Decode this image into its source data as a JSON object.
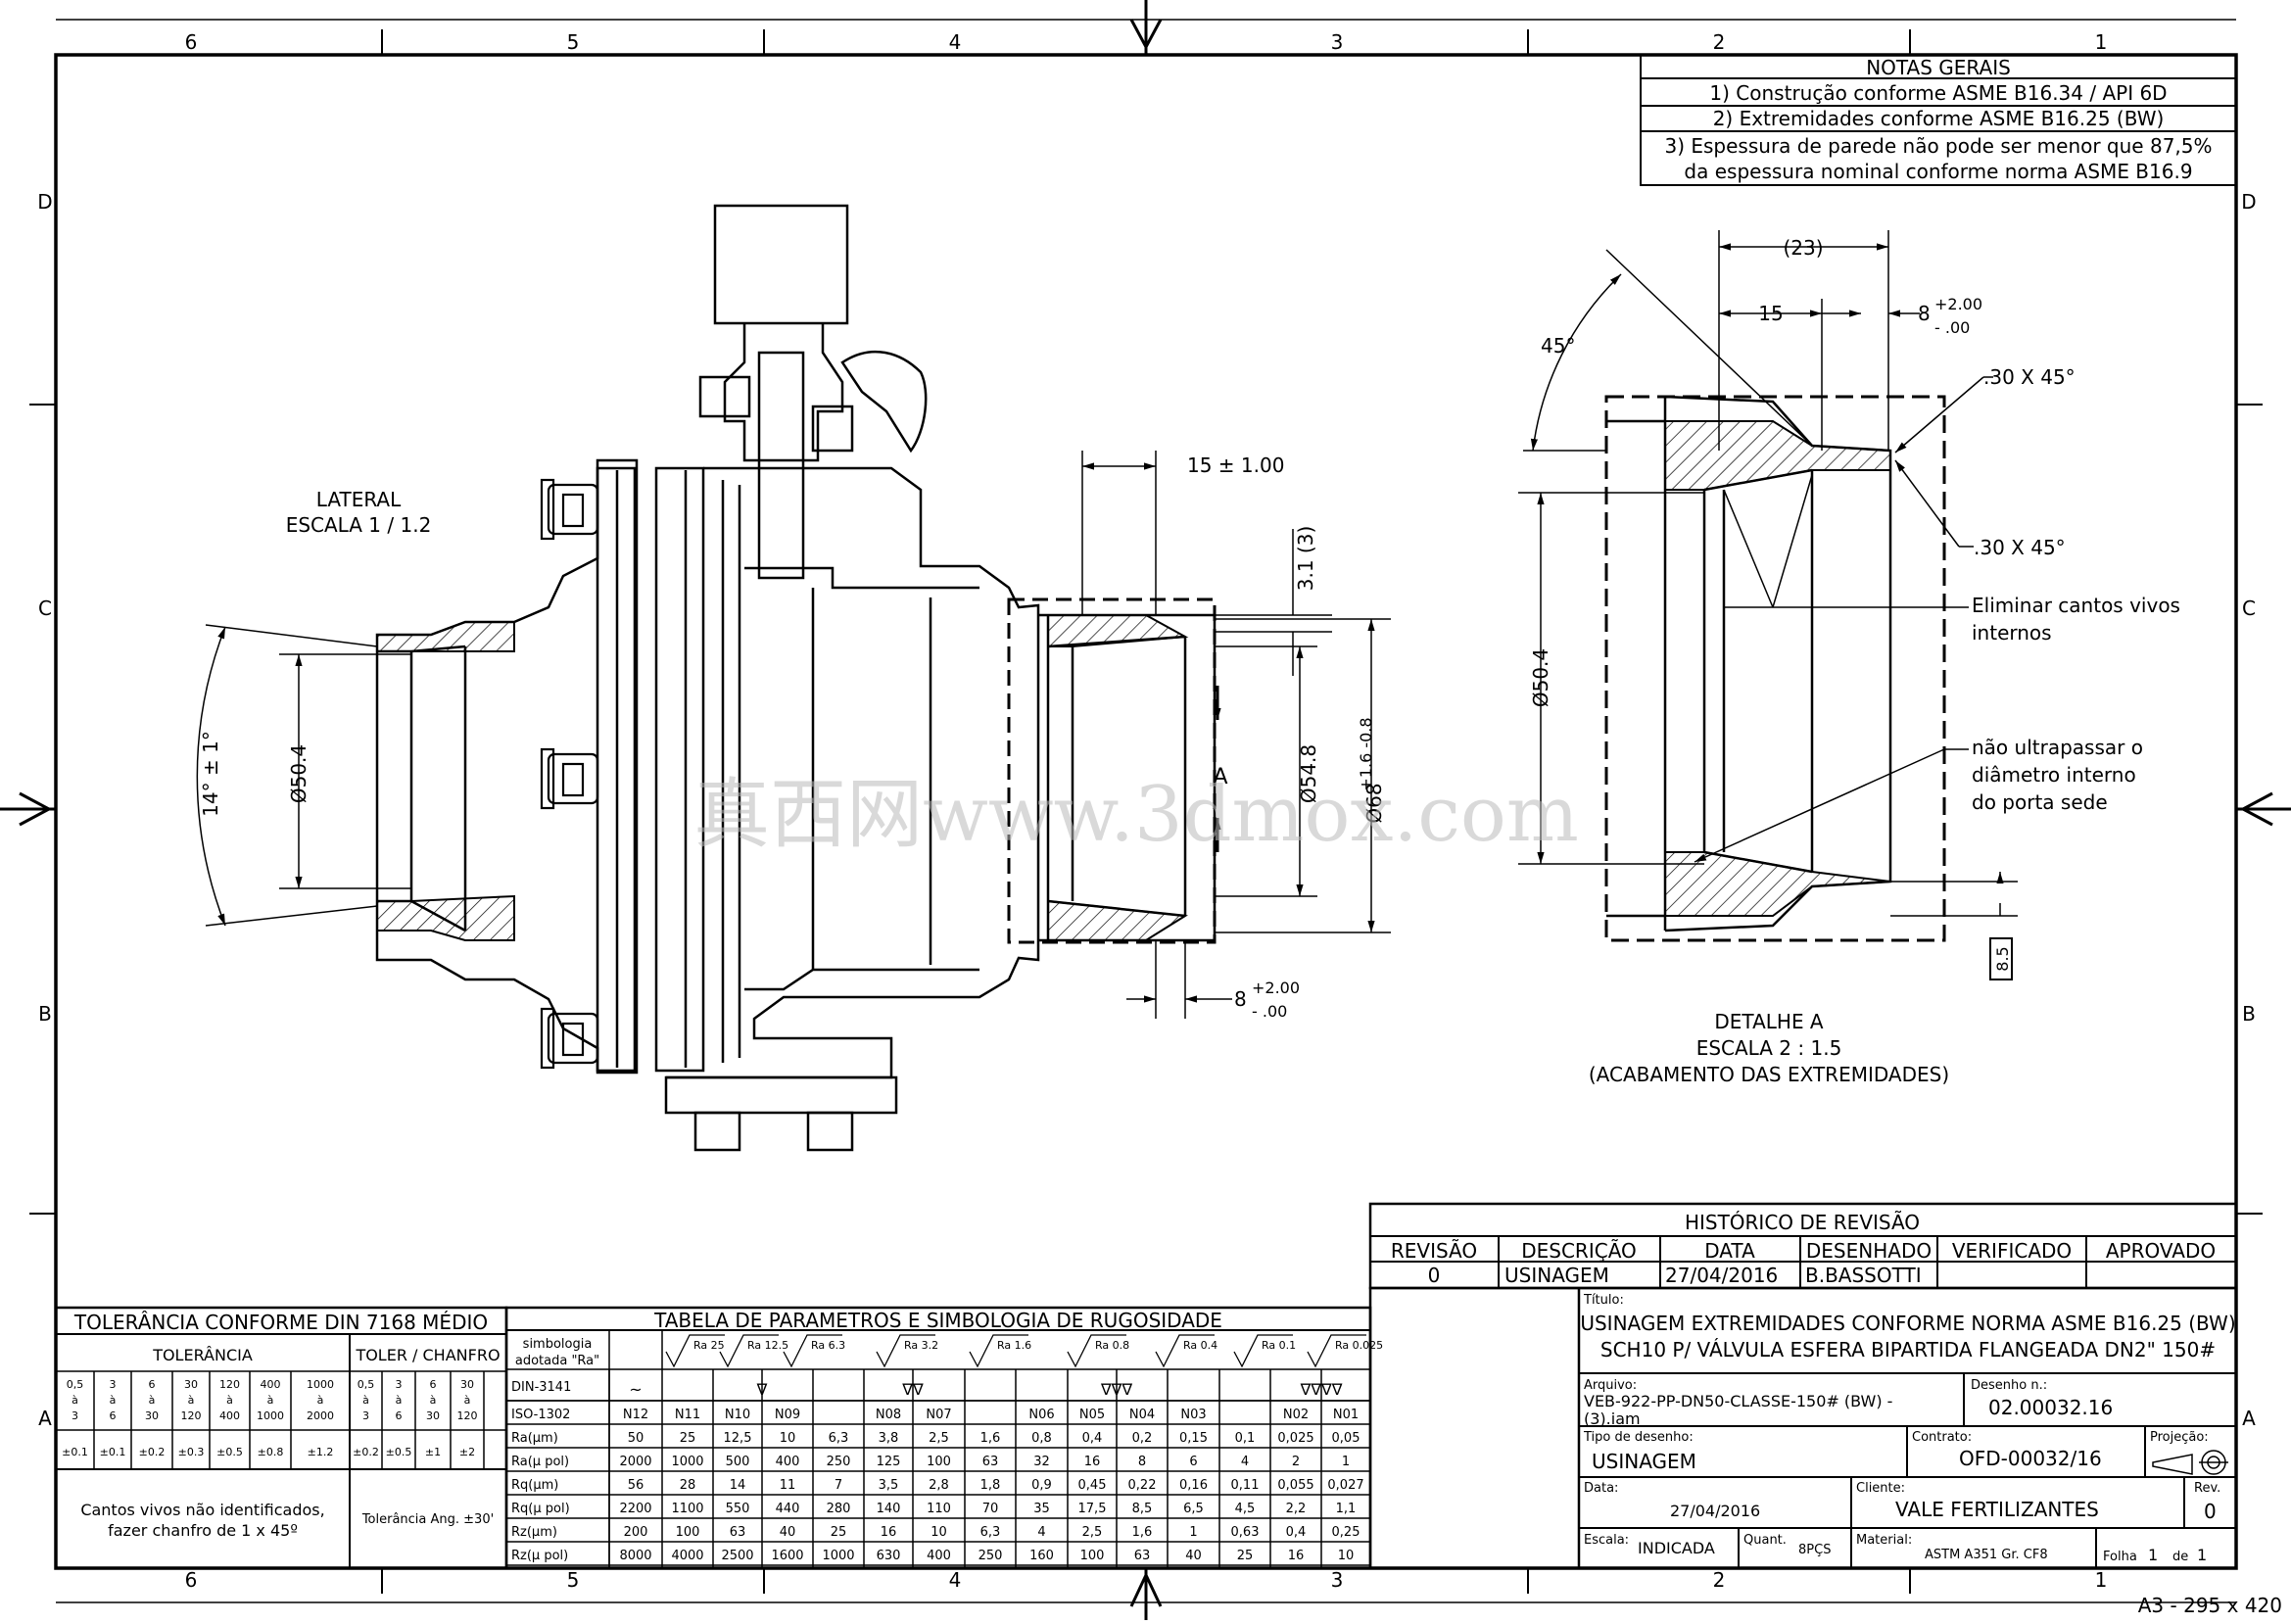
{
  "frame": {
    "top_zones": [
      "6",
      "5",
      "4",
      "3",
      "2",
      "1"
    ],
    "bottom_zones": [
      "6",
      "5",
      "4",
      "3",
      "2",
      "1"
    ],
    "side_zones": [
      "D",
      "C",
      "B",
      "A"
    ],
    "sheet_size": "A3 - 295 x 420"
  },
  "notes": {
    "title": "NOTAS GERAIS",
    "items": [
      "1) Construção conforme ASME B16.34 / API 6D",
      "2) Extremidades conforme ASME B16.25 (BW)",
      "3) Espessura de parede não pode ser menor que 87,5%",
      "da espessura nominal conforme norma ASME B16.9"
    ]
  },
  "view_lateral": {
    "title": "LATERAL",
    "scale": "ESCALA 1 / 1.2",
    "dims": {
      "angle": "14° ± 1°",
      "d504": "Ø50.4",
      "face": "15 ± 1.00",
      "t31": "3.1 (3)",
      "d548": "Ø54.8",
      "d68": "Ø68",
      "d68_tol": "+1.6 -0.8",
      "len8": "8",
      "len8_up": "+2.00",
      "len8_dn": "- .00",
      "section": "A"
    }
  },
  "view_detail": {
    "title": "DETALHE  A",
    "scale": "ESCALA 2 : 1.5",
    "subtitle": "(ACABAMENTO DAS EXTREMIDADES)",
    "dims": {
      "d23": "(23)",
      "d15": "15",
      "d8": "8",
      "d8_up": "+2.00",
      "d8_dn": "-  .00",
      "angle45": "45°",
      "ch1": ".30 X 45°",
      "ch2": ".30 X 45°",
      "d504": "Ø50.4",
      "d85": "8.5"
    },
    "callouts": [
      "Eliminar cantos vivos",
      "internos",
      "não ultrapassar o",
      "diâmetro interno",
      "do porta sede"
    ]
  },
  "watermark": "真西网www.3dmox.com",
  "tolerance": {
    "title": "TOLERÂNCIA CONFORME DIN 7168 MÉDIO",
    "group1": "TOLERÂNCIA",
    "group2": "TOLER / CHANFRO",
    "ranges": [
      [
        "0,5",
        "à",
        "3"
      ],
      [
        "3",
        "à",
        "6"
      ],
      [
        "6",
        "à",
        "30"
      ],
      [
        "30",
        "à",
        "120"
      ],
      [
        "120",
        "à",
        "400"
      ],
      [
        "400",
        "à",
        "1000"
      ],
      [
        "1000",
        "à",
        "2000"
      ],
      [
        "0,5",
        "à",
        "3"
      ],
      [
        "3",
        "à",
        "6"
      ],
      [
        "6",
        "à",
        "30"
      ],
      [
        "30",
        "à",
        "120"
      ]
    ],
    "values": [
      "±0.1",
      "±0.1",
      "±0.2",
      "±0.3",
      "±0.5",
      "±0.8",
      "±1.2",
      "±0.2",
      "±0.5",
      "±1",
      "±2"
    ],
    "note1": "Cantos vivos não identificados,",
    "note2": "fazer chanfro de 1 x 45º",
    "angular": "Tolerância Ang. ±30'"
  },
  "roughness": {
    "title": "TABELA DE PARAMETROS E SIMBOLOGIA DE RUGOSIDADE",
    "head_label1": "simbologia",
    "head_label2": "adotada \"Ra\"",
    "ra_marks": [
      "Ra 25",
      "Ra 12.5",
      "Ra 6.3",
      "Ra 3.2",
      "Ra 1.6",
      "Ra 0.8",
      "Ra 0.4",
      "Ra 0.1",
      "Ra 0.025"
    ],
    "din_label": "DIN-3141",
    "din_marks": [
      "~",
      "∇",
      "∇∇",
      "∇∇∇",
      "∇∇∇∇"
    ],
    "rows": [
      {
        "label": "ISO-1302",
        "cells": [
          "N12",
          "N11",
          "N10",
          "N09",
          "",
          "N08",
          "N07",
          "",
          "N06",
          "N05",
          "N04",
          "N03",
          "",
          "N02",
          "N01"
        ]
      },
      {
        "label": "Ra(μm)",
        "cells": [
          "50",
          "25",
          "12,5",
          "10",
          "6,3",
          "3,8",
          "2,5",
          "1,6",
          "0,8",
          "0,4",
          "0,2",
          "0,15",
          "0,1",
          "0,025",
          "0,05"
        ]
      },
      {
        "label": "Ra(μ pol)",
        "cells": [
          "2000",
          "1000",
          "500",
          "400",
          "250",
          "125",
          "100",
          "63",
          "32",
          "16",
          "8",
          "6",
          "4",
          "2",
          "1"
        ]
      },
      {
        "label": "Rq(μm)",
        "cells": [
          "56",
          "28",
          "14",
          "11",
          "7",
          "3,5",
          "2,8",
          "1,8",
          "0,9",
          "0,45",
          "0,22",
          "0,16",
          "0,11",
          "0,055",
          "0,027"
        ]
      },
      {
        "label": "Rq(μ pol)",
        "cells": [
          "2200",
          "1100",
          "550",
          "440",
          "280",
          "140",
          "110",
          "70",
          "35",
          "17,5",
          "8,5",
          "6,5",
          "4,5",
          "2,2",
          "1,1"
        ]
      },
      {
        "label": "Rz(μm)",
        "cells": [
          "200",
          "100",
          "63",
          "40",
          "25",
          "16",
          "10",
          "6,3",
          "4",
          "2,5",
          "1,6",
          "1",
          "0,63",
          "0,4",
          "0,25"
        ]
      },
      {
        "label": "Rz(μ pol)",
        "cells": [
          "8000",
          "4000",
          "2500",
          "1600",
          "1000",
          "630",
          "400",
          "250",
          "160",
          "100",
          "63",
          "40",
          "25",
          "16",
          "10"
        ]
      }
    ]
  },
  "revision": {
    "title": "HISTÓRICO DE REVISÃO",
    "headers": [
      "REVISÃO",
      "DESCRIÇÃO",
      "DATA",
      "DESENHADO",
      "VERIFICADO",
      "APROVADO"
    ],
    "row": [
      "0",
      "USINAGEM",
      "27/04/2016",
      "B.BASSOTTI",
      "",
      ""
    ]
  },
  "titleblock": {
    "title_label": "Título:",
    "title_line1": "USINAGEM EXTREMIDADES CONFORME NORMA ASME B16.25 (BW)",
    "title_line2": "SCH10 P/ VÁLVULA ESFERA BIPARTIDA FLANGEADA DN2\" 150#",
    "arquivo_label": "Arquivo:",
    "arquivo_line1": "VEB-922-PP-DN50-CLASSE-150# (BW) -",
    "arquivo_line2": "(3).iam",
    "desenho_label": "Desenho n.:",
    "desenho": "02.00032.16",
    "tipo_label": "Tipo de desenho:",
    "tipo": "USINAGEM",
    "contrato_label": "Contrato:",
    "contrato": "OFD-00032/16",
    "projecao_label": "Projeção:",
    "data_label": "Data:",
    "data": "27/04/2016",
    "cliente_label": "Cliente:",
    "cliente": "VALE FERTILIZANTES",
    "rev_label": "Rev.",
    "rev": "0",
    "escala_label": "Escala:",
    "escala": "INDICADA",
    "quant_label": "Quant.",
    "quant": "8PÇS",
    "material_label": "Material:",
    "material": "ASTM A351 Gr. CF8",
    "folha_label": "Folha",
    "folha": "1",
    "de_label": "de",
    "de": "1"
  }
}
